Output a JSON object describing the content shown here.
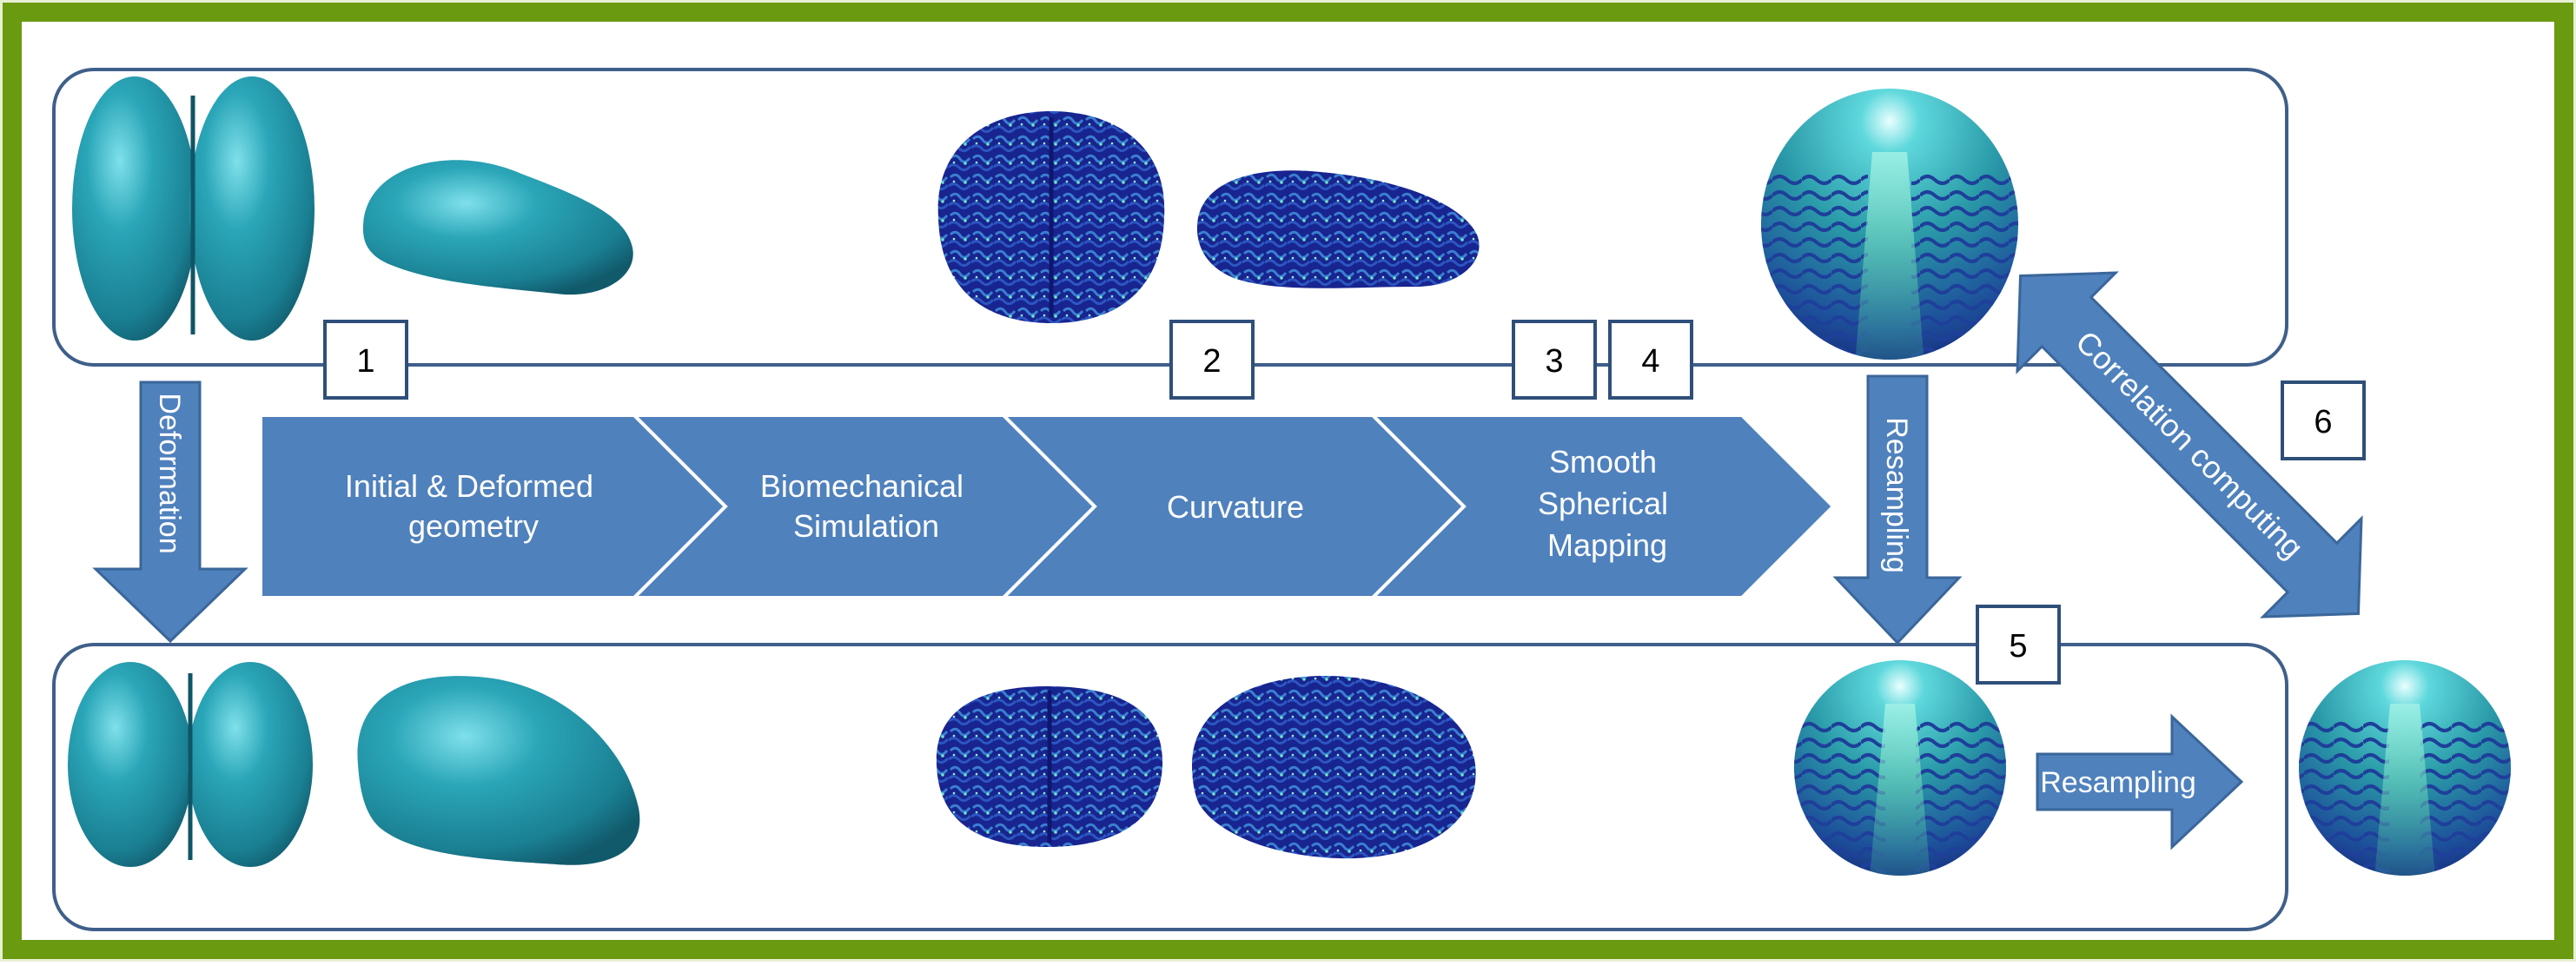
{
  "colors": {
    "frame_outer": "#e8f0d4",
    "frame_border": "#6a9a10",
    "panel_stroke": "#3f5f8a",
    "arrow_fill": "#4f81bd",
    "arrow_stroke": "#3a6699",
    "box_stroke": "#2f4f7a",
    "brain_smooth": "#1f93a6",
    "brain_folded": "#1a2a9a",
    "sphere": "#2a9ab0"
  },
  "pipeline": {
    "step1": "Initial & Deformed geometry",
    "step1_lines": [
      "Initial & Deformed",
      "geometry"
    ],
    "step2_lines": [
      "Biomechanical",
      "Simulation"
    ],
    "step3_lines": [
      "Curvature"
    ],
    "step4_lines": [
      "Smooth",
      "Spherical",
      "Mapping"
    ]
  },
  "arrows": {
    "deformation": "Deformation",
    "resampling_vertical": "Resampling",
    "resampling_horizontal": "Resampling",
    "correlation": "Correlation computing"
  },
  "markers": [
    "1",
    "2",
    "3",
    "4",
    "5",
    "6"
  ],
  "icons": {
    "smooth_brain": "smooth-brain-icon",
    "folded_brain": "folded-brain-icon",
    "sphere": "curvature-sphere-icon"
  }
}
